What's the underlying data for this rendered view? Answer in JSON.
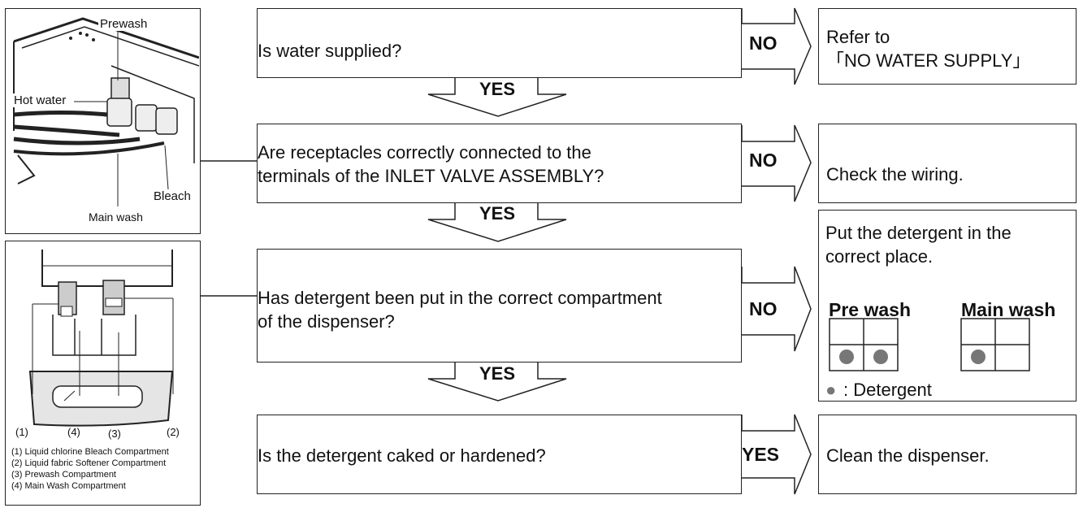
{
  "valve_figure": {
    "prewash": "Prewash",
    "hot_water": "Hot water",
    "bleach": "Bleach",
    "main_wash": "Main wash"
  },
  "dispenser_figure": {
    "numbers": [
      "(1)",
      "(4)",
      "(3)",
      "(2)"
    ],
    "legend": [
      "(1) Liquid chlorine Bleach Compartment",
      "(2) Liquid fabric Softener Compartment",
      "(3) Prewash Compartment",
      "(4) Main Wash Compartment"
    ]
  },
  "steps": [
    {
      "question": "Is water supplied?",
      "branch": "NO",
      "result": "Refer to\n「NO WATER SUPPLY」",
      "next": "YES"
    },
    {
      "question": "Are receptacles correctly connected to the\nterminals of the INLET VALVE ASSEMBLY?",
      "branch": "NO",
      "result": "Check the wiring.",
      "next": "YES"
    },
    {
      "question": "Has detergent been put in the correct compartment\nof the dispenser?",
      "branch": "NO",
      "result": "Put the detergent in the\ncorrect place.",
      "next": "YES"
    },
    {
      "question": "Is the detergent caked or hardened?",
      "branch": "YES",
      "result": "Clean the dispenser."
    }
  ],
  "detergent_guide": {
    "prewash_label": "Pre wash",
    "mainwash_label": "Main wash",
    "key_symbol": "●",
    "key_text": ": Detergent"
  }
}
